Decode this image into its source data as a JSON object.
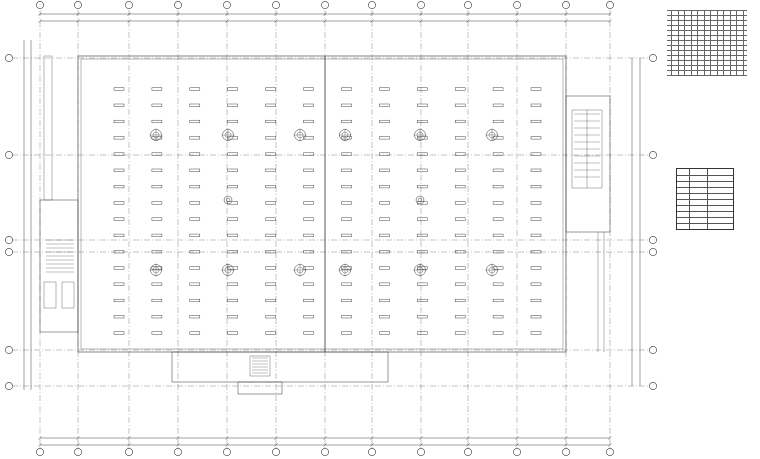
{
  "drawing": {
    "type": "building floor plan with roof skylight grid",
    "axis_labels_top": [
      "",
      "",
      "",
      "",
      "",
      "",
      "",
      "",
      "",
      "",
      "",
      ""
    ],
    "axis_labels_side": [
      "",
      "",
      "",
      "",
      "",
      "",
      "",
      ""
    ],
    "callouts": [],
    "notes_header": "",
    "notes": [],
    "legend_title": "",
    "legend_rows": [],
    "colors": {
      "line": "#333333",
      "dim": "#444444",
      "thin": "#777777",
      "background": "#ffffff"
    }
  },
  "grid": {
    "columns": 12,
    "rows": 16,
    "vent_rows": 2,
    "vent_columns": 6
  }
}
